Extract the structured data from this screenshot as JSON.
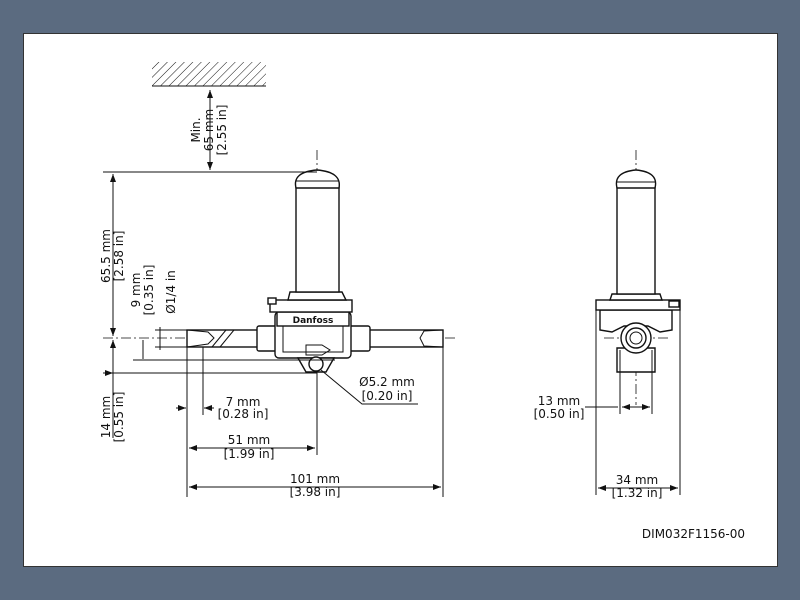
{
  "drawing_id": "DIM032F1156-00",
  "logo_text": "Danfoss",
  "dimensions": {
    "clearance": {
      "prefix": "Min.",
      "mm": "65 mm",
      "in": "[2.55 in]"
    },
    "height": {
      "mm": "65.5 mm",
      "in": "[2.58 in]"
    },
    "pipe_offset": {
      "mm": "9 mm",
      "in": "[0.35 in]"
    },
    "pipe_diameter": {
      "label": "Ø1/4 in"
    },
    "bottom": {
      "mm": "14 mm",
      "in": "[0.55 in]"
    },
    "mount_hole": {
      "mm": "Ø5.2 mm",
      "in": "[0.20 in]"
    },
    "pipe_insert": {
      "mm": "7 mm",
      "in": "[0.28 in]"
    },
    "half_length": {
      "mm": "51 mm",
      "in": "[1.99 in]"
    },
    "total_length": {
      "mm": "101 mm",
      "in": "[3.98 in]"
    },
    "port_width": {
      "mm": "13 mm",
      "in": "[0.50 in]"
    },
    "body_width": {
      "mm": "34 mm",
      "in": "[1.32 in]"
    }
  }
}
